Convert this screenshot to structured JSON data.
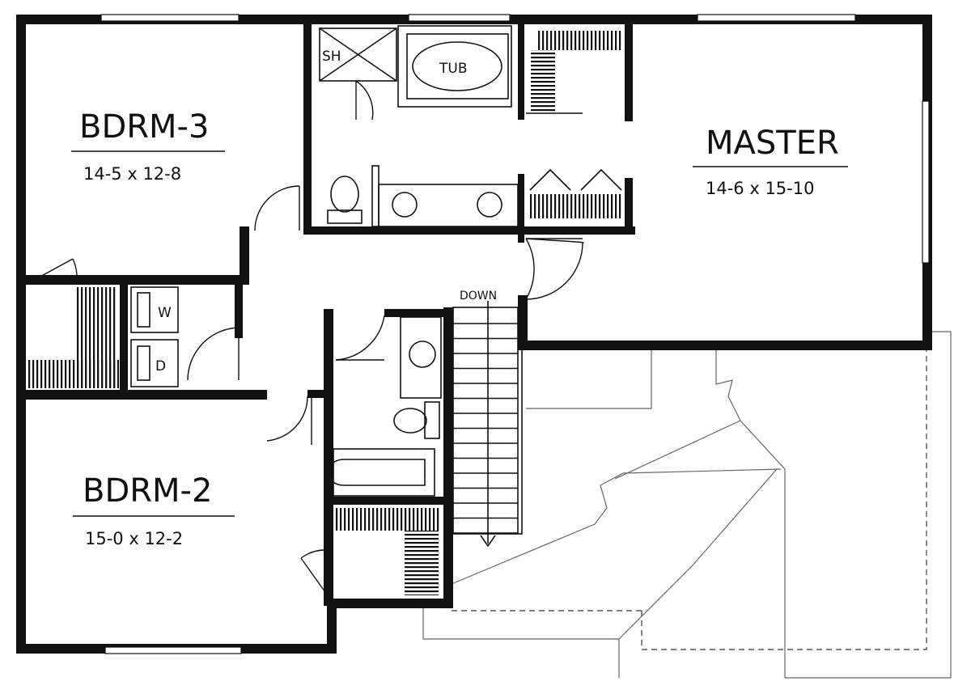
{
  "rooms": {
    "bdrm3": {
      "name": "BDRM-3",
      "dims": "14-5 x 12-8"
    },
    "master": {
      "name": "MASTER",
      "dims": "14-6 x 15-10"
    },
    "bdrm2": {
      "name": "BDRM-2",
      "dims": "15-0 x 12-2"
    }
  },
  "fixtures": {
    "shower": "SH",
    "tub": "TUB",
    "washer": "W",
    "dryer": "D"
  },
  "stairs": {
    "label": "DOWN"
  }
}
